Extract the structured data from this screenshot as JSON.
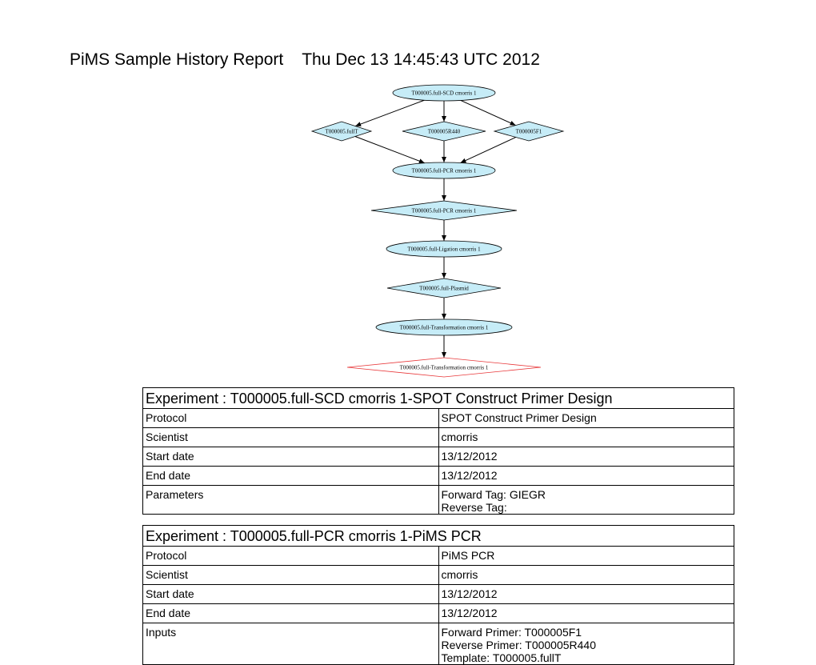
{
  "report": {
    "title": "PiMS Sample History Report",
    "timestamp": "Thu Dec 13 14:45:43 UTC 2012"
  },
  "graph": {
    "nodes": [
      {
        "id": "n1",
        "label": "T000005.full-SCD cmorris 1",
        "shape": "ellipse"
      },
      {
        "id": "n2",
        "label": "T000005.fullT",
        "shape": "diamond"
      },
      {
        "id": "n3",
        "label": "T000005R440",
        "shape": "diamond"
      },
      {
        "id": "n4",
        "label": "T000005F1",
        "shape": "diamond"
      },
      {
        "id": "n5",
        "label": "T000005.full-PCR cmorris 1",
        "shape": "ellipse"
      },
      {
        "id": "n6",
        "label": "T000005.full-PCR cmorris 1",
        "shape": "diamond"
      },
      {
        "id": "n7",
        "label": "T000005.full-Ligation cmorris 1",
        "shape": "ellipse"
      },
      {
        "id": "n8",
        "label": "T000005.full-Plasmid",
        "shape": "diamond"
      },
      {
        "id": "n9",
        "label": "T000005.full-Transformation cmorris 1",
        "shape": "ellipse"
      },
      {
        "id": "n10",
        "label": "T000005.full-Transformation cmorris 1",
        "shape": "diamond",
        "highlight": true
      }
    ],
    "edges": [
      [
        "n1",
        "n2"
      ],
      [
        "n1",
        "n3"
      ],
      [
        "n1",
        "n4"
      ],
      [
        "n2",
        "n5"
      ],
      [
        "n3",
        "n5"
      ],
      [
        "n4",
        "n5"
      ],
      [
        "n5",
        "n6"
      ],
      [
        "n6",
        "n7"
      ],
      [
        "n7",
        "n8"
      ],
      [
        "n8",
        "n9"
      ],
      [
        "n9",
        "n10"
      ]
    ],
    "colors": {
      "fill": "#c6ecf7",
      "stroke": "#000000",
      "highlight": "#e8383a"
    }
  },
  "experiments": [
    {
      "title": "Experiment : T000005.full-SCD cmorris 1-SPOT Construct Primer Design",
      "rows": [
        {
          "label": "Protocol",
          "value": [
            "SPOT Construct Primer Design"
          ]
        },
        {
          "label": "Scientist",
          "value": [
            "cmorris"
          ]
        },
        {
          "label": "Start date",
          "value": [
            "13/12/2012"
          ]
        },
        {
          "label": "End date",
          "value": [
            "13/12/2012"
          ]
        },
        {
          "label": "Parameters",
          "value": [
            "Forward Tag: GIEGR",
            "Reverse Tag:"
          ]
        }
      ]
    },
    {
      "title": "Experiment : T000005.full-PCR cmorris 1-PiMS PCR",
      "rows": [
        {
          "label": "Protocol",
          "value": [
            "PiMS PCR"
          ]
        },
        {
          "label": "Scientist",
          "value": [
            "cmorris"
          ]
        },
        {
          "label": "Start date",
          "value": [
            "13/12/2012"
          ]
        },
        {
          "label": "End date",
          "value": [
            "13/12/2012"
          ]
        },
        {
          "label": "Inputs",
          "value": [
            "Forward Primer: T000005F1",
            "Reverse Primer: T000005R440",
            "Template: T000005.fullT"
          ]
        }
      ]
    }
  ]
}
